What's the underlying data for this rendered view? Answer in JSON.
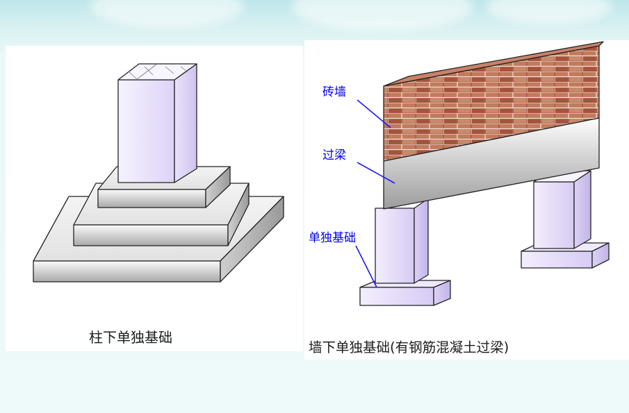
{
  "left_figure": {
    "caption": "柱下单独基础"
  },
  "right_figure": {
    "caption": "墙下单独基础(有钢筋混凝土过梁)",
    "labels": {
      "brick_wall": "砖墙",
      "lintel": "过梁",
      "isolated_footing": "单独基础"
    }
  },
  "colors": {
    "label_text": "#0000ee",
    "column_face": "#ece6fb",
    "brick": "#a65a40",
    "concrete": "#c8c8c8"
  }
}
